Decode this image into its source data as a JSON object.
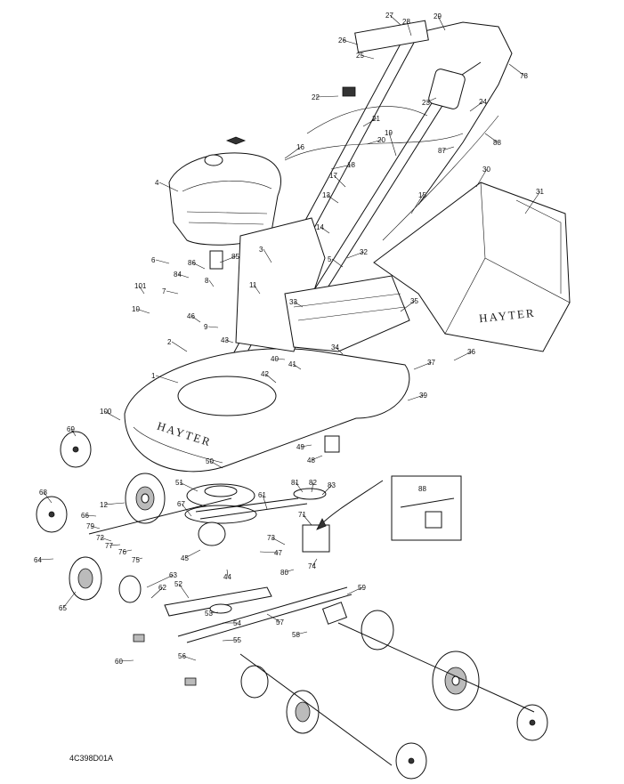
{
  "drawing_code": "4C398D01A",
  "brand_text": "HAYTER",
  "labels": [
    "1",
    "2",
    "3",
    "4",
    "5",
    "6",
    "7",
    "8",
    "9",
    "10",
    "11",
    "12",
    "13",
    "14",
    "15",
    "16",
    "17",
    "18",
    "19",
    "20",
    "21",
    "22",
    "23",
    "24",
    "25",
    "26",
    "27",
    "28",
    "29",
    "30",
    "31",
    "32",
    "33",
    "34",
    "35",
    "36",
    "37",
    "39",
    "40",
    "41",
    "42",
    "43",
    "44",
    "45",
    "46",
    "47",
    "48",
    "49",
    "50",
    "51",
    "52",
    "53",
    "54",
    "55",
    "56",
    "57",
    "58",
    "59",
    "60",
    "61",
    "62",
    "63",
    "64",
    "65",
    "66",
    "67",
    "68",
    "69",
    "71",
    "72",
    "73",
    "74",
    "75",
    "76",
    "77",
    "78",
    "79",
    "80",
    "81",
    "82",
    "83",
    "84",
    "85",
    "86",
    "87",
    "88",
    "100",
    "101"
  ],
  "inset_label": "88"
}
